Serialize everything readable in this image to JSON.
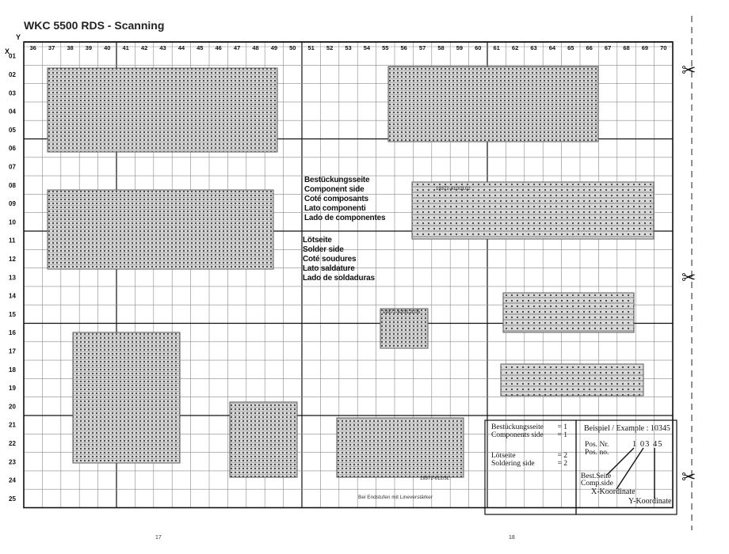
{
  "title": "WKC 5500 RDS - Scanning",
  "axis": {
    "x_label": "X",
    "y_label": "Y",
    "x_columns": [
      "36",
      "37",
      "38",
      "39",
      "40",
      "41",
      "42",
      "43",
      "44",
      "45",
      "46",
      "47",
      "48",
      "49",
      "50",
      "51",
      "52",
      "53",
      "54",
      "55",
      "56",
      "57",
      "58",
      "59",
      "60",
      "61",
      "62",
      "63",
      "64",
      "65",
      "66",
      "67",
      "68",
      "69",
      "70"
    ],
    "y_rows": [
      "01",
      "02",
      "03",
      "04",
      "05",
      "06",
      "07",
      "08",
      "09",
      "10",
      "11",
      "12",
      "13",
      "14",
      "15",
      "16",
      "17",
      "18",
      "19",
      "20",
      "21",
      "22",
      "23",
      "24",
      "25"
    ]
  },
  "side_labels": {
    "component": [
      "Bestückungsseite",
      "Component side",
      "Coté composants",
      "Lato componenti",
      "Lado de componentes"
    ],
    "solder": [
      "Lötseite",
      "Solder side",
      "Coté soudures",
      "Lato saldature",
      "Lado de soldaduras"
    ]
  },
  "legend_codes": {
    "rows": [
      {
        "label": "Bestückungsseite",
        "code": "= 1"
      },
      {
        "label": "Components side",
        "code": "= 1"
      },
      {
        "label": "Lötseite",
        "code": "= 2"
      },
      {
        "label": "Soldering side",
        "code": "= 2"
      }
    ]
  },
  "example": {
    "heading": "Beispiel / Example : 10345",
    "pos_de": "Pos. Nr.",
    "pos_en": "Pos. no.",
    "value": "1 03 45",
    "side_de": "Best.Seite",
    "side_en": "Comp.side",
    "x_coord": "X-Koordinate",
    "y_coord": "Y-Koordinate"
  },
  "board_caption": "Bei Endstufen mit Lineverstärker",
  "board_refs": [
    "19372-410/2L02",
    "19372-620/L2L05",
    "19372-612/3L"
  ],
  "page_numbers": [
    "17",
    "18"
  ],
  "colors": {
    "grid": "#8a8a8a",
    "grid_major": "#111111",
    "pcb": "#5a5a5a"
  }
}
